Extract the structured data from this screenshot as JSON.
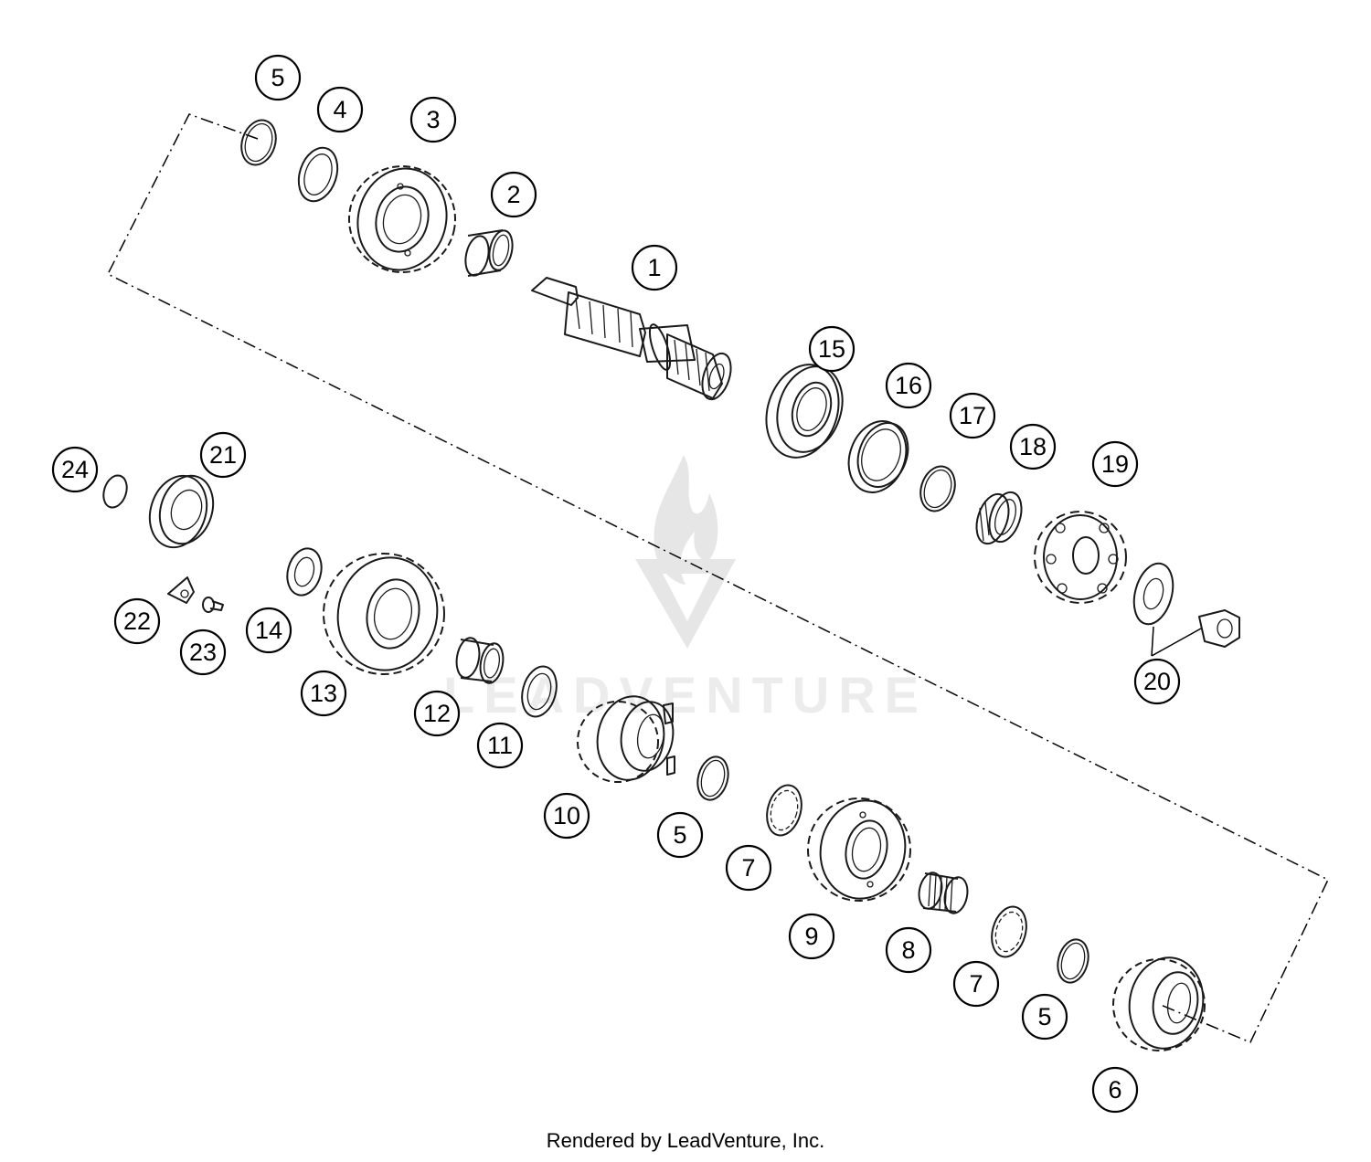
{
  "watermark": {
    "text": "LEADVENTURE"
  },
  "footer": {
    "credit": "Rendered by LeadVenture, Inc."
  },
  "callouts": [
    {
      "id": "c1",
      "label": "1"
    },
    {
      "id": "c2",
      "label": "2"
    },
    {
      "id": "c3",
      "label": "3"
    },
    {
      "id": "c4",
      "label": "4"
    },
    {
      "id": "c5a",
      "label": "5"
    },
    {
      "id": "c5b",
      "label": "5"
    },
    {
      "id": "c5c",
      "label": "5"
    },
    {
      "id": "c6",
      "label": "6"
    },
    {
      "id": "c7a",
      "label": "7"
    },
    {
      "id": "c7b",
      "label": "7"
    },
    {
      "id": "c8",
      "label": "8"
    },
    {
      "id": "c9",
      "label": "9"
    },
    {
      "id": "c10",
      "label": "10"
    },
    {
      "id": "c11",
      "label": "11"
    },
    {
      "id": "c12",
      "label": "12"
    },
    {
      "id": "c13",
      "label": "13"
    },
    {
      "id": "c14",
      "label": "14"
    },
    {
      "id": "c15",
      "label": "15"
    },
    {
      "id": "c16",
      "label": "16"
    },
    {
      "id": "c17",
      "label": "17"
    },
    {
      "id": "c18",
      "label": "18"
    },
    {
      "id": "c19",
      "label": "19"
    },
    {
      "id": "c20",
      "label": "20"
    },
    {
      "id": "c21",
      "label": "21"
    },
    {
      "id": "c22",
      "label": "22"
    },
    {
      "id": "c23",
      "label": "23"
    },
    {
      "id": "c24",
      "label": "24"
    }
  ]
}
